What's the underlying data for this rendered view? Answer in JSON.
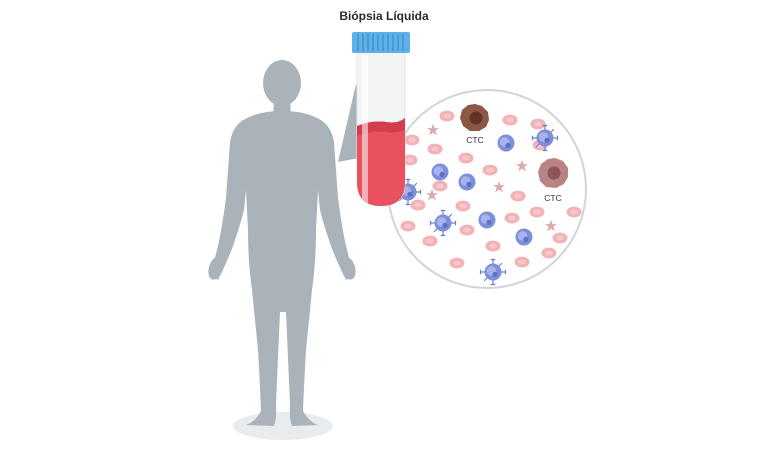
{
  "title": "Biópsia Líquida",
  "labels": {
    "ctc_1": "CTC",
    "ctc_2": "CTC"
  },
  "colors": {
    "body": "#aab3b9",
    "shadow": "#e9ecee",
    "cap": "#5fb0e6",
    "blood": "#e9515f",
    "red_cell": "#f2b2b6",
    "white_cell": "#7d8fdb",
    "platelet": "#dba9a7",
    "ctc_dark": "#8b5845",
    "ctc_light": "#b98385"
  },
  "icons": [
    "human-silhouette",
    "blood-tube",
    "magnifier-circle",
    "red-blood-cell",
    "white-blood-cell",
    "platelet",
    "circulating-tumor-cell"
  ]
}
